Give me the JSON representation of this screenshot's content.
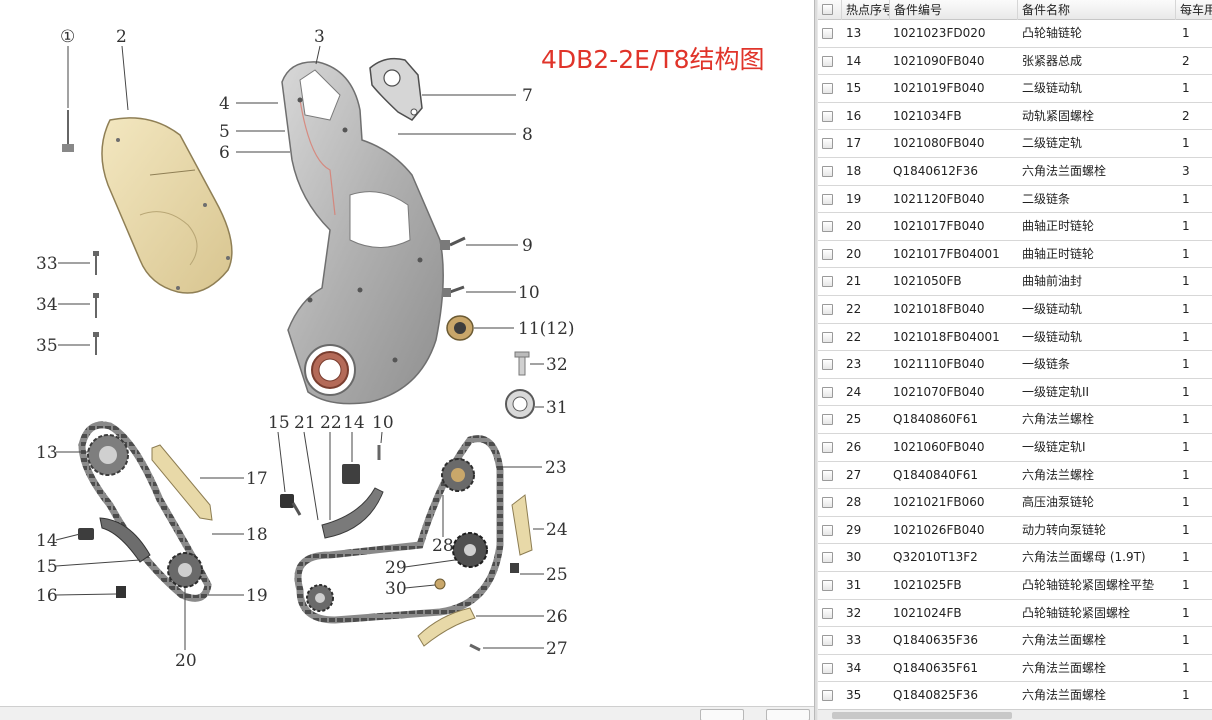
{
  "diagram": {
    "title": "4DB2-2E/T8结构图",
    "callouts": {
      "c1": "①",
      "c2": "2",
      "c3": "3",
      "c4": "4",
      "c5": "5",
      "c6": "6",
      "c7": "7",
      "c8": "8",
      "c9": "9",
      "c10": "10",
      "c11": "11(12)",
      "c32": "32",
      "c31": "31",
      "c33": "33",
      "c34": "34",
      "c35": "35",
      "c13": "13",
      "c17": "17",
      "c18": "18",
      "c14a": "14",
      "c15a": "15",
      "c16": "16",
      "c19": "19",
      "c20": "20",
      "c15b": "15",
      "c21": "21",
      "c22": "22",
      "c14b": "14",
      "c10b": "10",
      "c23": "23",
      "c24": "24",
      "c28": "28",
      "c29": "29",
      "c30": "30",
      "c25": "25",
      "c26": "26",
      "c27": "27"
    },
    "colors": {
      "title": "#e0342a",
      "cover": "#e6d6a6",
      "housing": "#b4b4b4",
      "chain": "#6a6a6a"
    }
  },
  "table": {
    "headers": {
      "hotspot": "热点序号",
      "part_no": "备件编号",
      "part_name": "备件名称",
      "qty": "每车用"
    },
    "rows": [
      {
        "hotspot": "13",
        "part_no": "1021023FD020",
        "part_name": "凸轮轴链轮",
        "qty": "1"
      },
      {
        "hotspot": "14",
        "part_no": "1021090FB040",
        "part_name": "张紧器总成",
        "qty": "2"
      },
      {
        "hotspot": "15",
        "part_no": "1021019FB040",
        "part_name": "二级链动轨",
        "qty": "1"
      },
      {
        "hotspot": "16",
        "part_no": "1021034FB",
        "part_name": "动轨紧固螺栓",
        "qty": "2"
      },
      {
        "hotspot": "17",
        "part_no": "1021080FB040",
        "part_name": "二级链定轨",
        "qty": "1"
      },
      {
        "hotspot": "18",
        "part_no": "Q1840612F36",
        "part_name": "六角法兰面螺栓",
        "qty": "3"
      },
      {
        "hotspot": "19",
        "part_no": "1021120FB040",
        "part_name": "二级链条",
        "qty": "1"
      },
      {
        "hotspot": "20",
        "part_no": "1021017FB040",
        "part_name": "曲轴正时链轮",
        "qty": "1"
      },
      {
        "hotspot": "20",
        "part_no": "1021017FB04001",
        "part_name": "曲轴正时链轮",
        "qty": "1"
      },
      {
        "hotspot": "21",
        "part_no": "1021050FB",
        "part_name": "曲轴前油封",
        "qty": "1"
      },
      {
        "hotspot": "22",
        "part_no": "1021018FB040",
        "part_name": "一级链动轨",
        "qty": "1"
      },
      {
        "hotspot": "22",
        "part_no": "1021018FB04001",
        "part_name": "一级链动轨",
        "qty": "1"
      },
      {
        "hotspot": "23",
        "part_no": "1021110FB040",
        "part_name": "一级链条",
        "qty": "1"
      },
      {
        "hotspot": "24",
        "part_no": "1021070FB040",
        "part_name": "一级链定轨II",
        "qty": "1"
      },
      {
        "hotspot": "25",
        "part_no": "Q1840860F61",
        "part_name": "六角法兰螺栓",
        "qty": "1"
      },
      {
        "hotspot": "26",
        "part_no": "1021060FB040",
        "part_name": "一级链定轨I",
        "qty": "1"
      },
      {
        "hotspot": "27",
        "part_no": "Q1840840F61",
        "part_name": "六角法兰螺栓",
        "qty": "1"
      },
      {
        "hotspot": "28",
        "part_no": "1021021FB060",
        "part_name": "高压油泵链轮",
        "qty": "1"
      },
      {
        "hotspot": "29",
        "part_no": "1021026FB040",
        "part_name": "动力转向泵链轮",
        "qty": "1"
      },
      {
        "hotspot": "30",
        "part_no": "Q32010T13F2",
        "part_name": "六角法兰面螺母 (1.9T)",
        "qty": "1"
      },
      {
        "hotspot": "31",
        "part_no": "1021025FB",
        "part_name": "凸轮轴链轮紧固螺栓平垫",
        "qty": "1"
      },
      {
        "hotspot": "32",
        "part_no": "1021024FB",
        "part_name": "凸轮轴链轮紧固螺栓",
        "qty": "1"
      },
      {
        "hotspot": "33",
        "part_no": "Q1840635F36",
        "part_name": "六角法兰面螺栓",
        "qty": "1"
      },
      {
        "hotspot": "34",
        "part_no": "Q1840635F61",
        "part_name": "六角法兰面螺栓",
        "qty": "1"
      },
      {
        "hotspot": "35",
        "part_no": "Q1840825F36",
        "part_name": "六角法兰面螺栓",
        "qty": "1"
      }
    ]
  }
}
